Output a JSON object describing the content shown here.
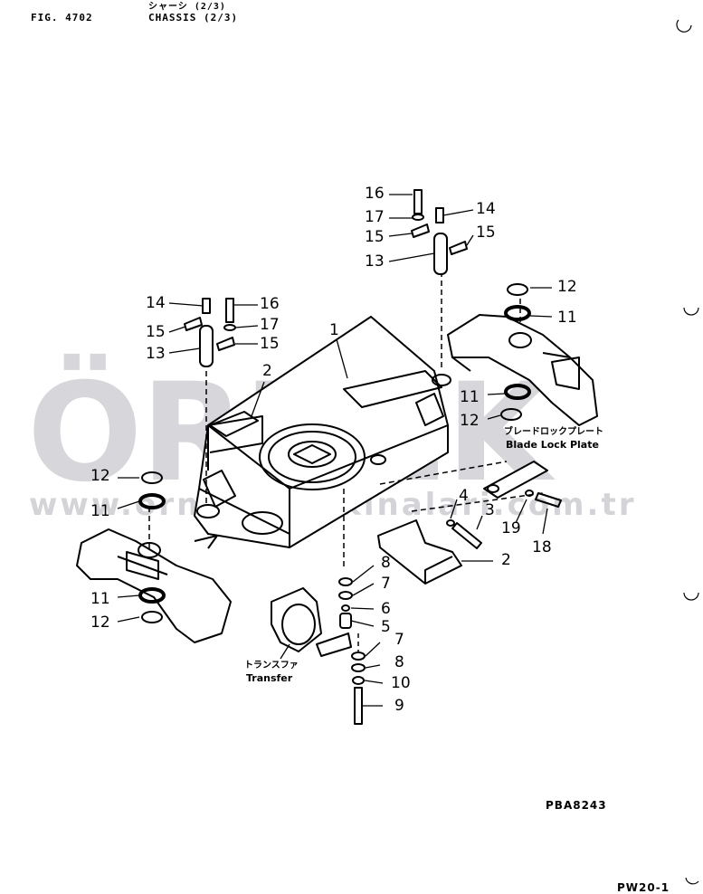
{
  "header": {
    "fig": "FIG. 4702",
    "title_jp": "シャーシ (2/3)",
    "title_en": "CHASSIS (2/3)"
  },
  "watermark": {
    "logo": "ÖRNEK",
    "url": "www.ornekismakinalari.com.tr"
  },
  "labels": {
    "blade_lock_jp": "ブレードロックプレート",
    "blade_lock_en": "Blade Lock Plate",
    "transfer_jp": "トランスファ",
    "transfer_en": "Transfer",
    "drawing_no": "PBA8243",
    "page_no": "PW20-1"
  },
  "callouts": [
    {
      "id": "c16a",
      "text": "16"
    },
    {
      "id": "c17a",
      "text": "17"
    },
    {
      "id": "c15a",
      "text": "15"
    },
    {
      "id": "c13a",
      "text": "13"
    },
    {
      "id": "c14a",
      "text": "14"
    },
    {
      "id": "c15b",
      "text": "15"
    },
    {
      "id": "c14b",
      "text": "14"
    },
    {
      "id": "c15c",
      "text": "15"
    },
    {
      "id": "c13b",
      "text": "13"
    },
    {
      "id": "c16b",
      "text": "16"
    },
    {
      "id": "c17b",
      "text": "17"
    },
    {
      "id": "c15d",
      "text": "15"
    },
    {
      "id": "c1",
      "text": "1"
    },
    {
      "id": "c2a",
      "text": "2"
    },
    {
      "id": "c12a",
      "text": "12"
    },
    {
      "id": "c11a",
      "text": "11"
    },
    {
      "id": "c11b",
      "text": "11"
    },
    {
      "id": "c12b",
      "text": "12"
    },
    {
      "id": "c12c",
      "text": "12"
    },
    {
      "id": "c11c",
      "text": "11"
    },
    {
      "id": "c11d",
      "text": "11"
    },
    {
      "id": "c12d",
      "text": "12"
    },
    {
      "id": "c4",
      "text": "4"
    },
    {
      "id": "c3",
      "text": "3"
    },
    {
      "id": "c19",
      "text": "19"
    },
    {
      "id": "c18",
      "text": "18"
    },
    {
      "id": "c2b",
      "text": "2"
    },
    {
      "id": "c8a",
      "text": "8"
    },
    {
      "id": "c7a",
      "text": "7"
    },
    {
      "id": "c6",
      "text": "6"
    },
    {
      "id": "c5",
      "text": "5"
    },
    {
      "id": "c7b",
      "text": "7"
    },
    {
      "id": "c8b",
      "text": "8"
    },
    {
      "id": "c10",
      "text": "10"
    },
    {
      "id": "c9",
      "text": "9"
    }
  ]
}
